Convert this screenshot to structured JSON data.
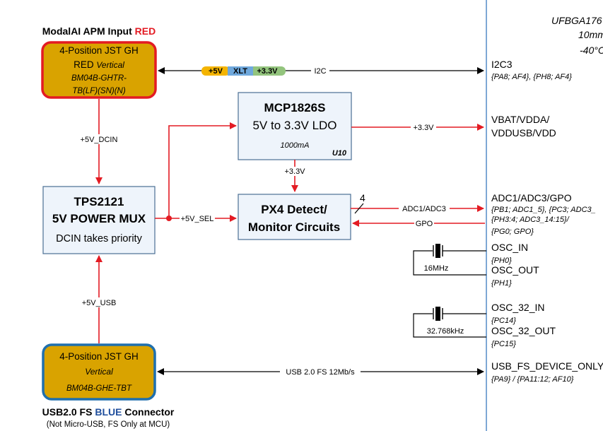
{
  "apm": {
    "title_prefix": "ModalAI APM Input ",
    "title_color_word": "RED",
    "line1": "4-Position JST GH",
    "line2_plain": "RED ",
    "line2_italic": "Vertical",
    "line3": "BM04B-GHTR-",
    "line4": "TB(LF)(SN)(N)"
  },
  "usb_conn": {
    "line1": "4-Position JST GH",
    "line2": "Vertical",
    "line3": "BM04B-GHE-TBT",
    "title_prefix": "USB2.0 FS ",
    "title_color_word": "BLUE",
    "title_suffix": " Connector",
    "subtitle": "(Not Micro-USB, FS Only at MCU)"
  },
  "ldo": {
    "title": "MCP1826S",
    "subtitle": "5V to 3.3V LDO",
    "current": "1000mA",
    "ref": "U10"
  },
  "mux": {
    "title1": "TPS2121",
    "title2": "5V POWER MUX",
    "note": "DCIN takes priority"
  },
  "px4": {
    "line1": "PX4 Detect/",
    "line2": "Monitor Circuits"
  },
  "xlt": {
    "left": "+5V",
    "mid": "XLT",
    "right": "+3.3V"
  },
  "nets": {
    "i2c": "I2C",
    "dcin": "+5V_DCIN",
    "usb5v": "+5V_USB",
    "sel": "+5V_SEL",
    "v33_ldo_out": "+3.3V",
    "v33_px4": "+3.3V",
    "adc": "ADC1/ADC3",
    "gpo": "GPO",
    "bus_width": "4",
    "usb_fs": "USB 2.0 FS 12Mb/s",
    "xtal1": "16MHz",
    "xtal2": "32.768kHz"
  },
  "mcu": {
    "header1": "UFBGA176",
    "header2": "10mm",
    "header3": "-40°C",
    "pins": [
      {
        "name": "I2C3",
        "sub": "{PA8; AF4}, {PH8; AF4}"
      },
      {
        "name": "VBAT/VDDA/",
        "name2": "VDDUSB/VDD"
      },
      {
        "name": "ADC1/ADC3/GPO",
        "sub": "{PB1; ADC1_5}, {PC3; ADC3_",
        "sub2": "{PH3:4; ADC3_14:15}/",
        "sub3": "{PG0; GPO}"
      },
      {
        "name": "OSC_IN",
        "sub": "{PH0}"
      },
      {
        "name": "OSC_OUT",
        "sub": "{PH1}"
      },
      {
        "name": "OSC_32_IN",
        "sub": "{PC14}"
      },
      {
        "name": "OSC_32_OUT",
        "sub": "{PC15}"
      },
      {
        "name": "USB_FS_DEVICE_ONLY",
        "sub": "{PA9} / {PA11:12; AF10}"
      }
    ]
  },
  "colors": {
    "red": "#e31b23",
    "connector_fill": "#d9a300",
    "apm_border": "#e31b23",
    "usb_border": "#1f6fad",
    "mcu_fill": "#dbe9f7",
    "mcu_border": "#5b8fc9",
    "block_fill": "#eef4fb",
    "block_border": "#4a6f94",
    "blue_word": "#1f4e9c",
    "xlt_left": "#f4b400",
    "xlt_mid": "#6fa8dc",
    "xlt_right": "#93c47d"
  }
}
